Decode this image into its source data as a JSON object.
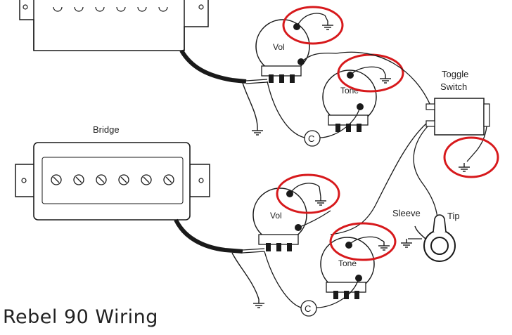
{
  "title": "Rebel 90 Wiring",
  "labels": {
    "bridge": "Bridge",
    "toggle_line1": "Toggle",
    "toggle_line2": "Switch",
    "vol": "Vol",
    "tone": "Tone",
    "cap": "C",
    "sleeve": "Sleeve",
    "tip": "Tip"
  },
  "colors": {
    "ink": "#1a1a1a",
    "highlight": "#d7191c"
  },
  "highlights": [
    "upper-vol-ground",
    "upper-tone-ground",
    "toggle-ground",
    "lower-vol-ground",
    "lower-tone-ground"
  ]
}
